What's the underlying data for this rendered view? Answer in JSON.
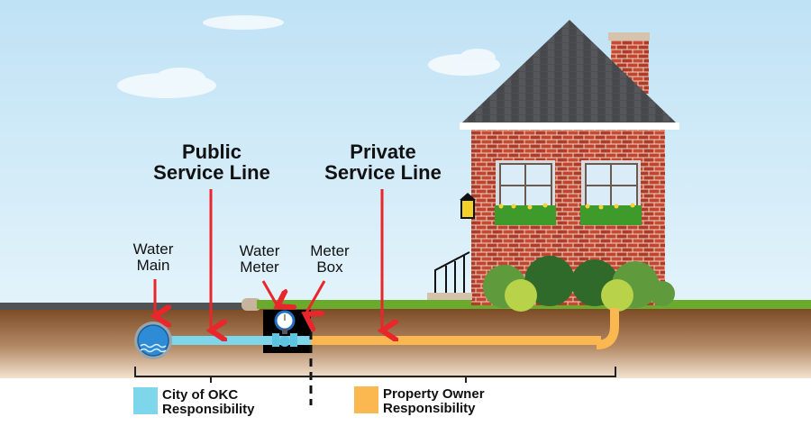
{
  "labels": {
    "public_service_line": [
      "Public",
      "Service Line"
    ],
    "private_service_line": [
      "Private",
      "Service Line"
    ],
    "water_main": [
      "Water",
      "Main"
    ],
    "water_meter": [
      "Water",
      "Meter"
    ],
    "meter_box": [
      "Meter",
      "Box"
    ]
  },
  "legend": [
    {
      "label": [
        "City of OKC",
        "Responsibility"
      ],
      "color": "#7dd6ea"
    },
    {
      "label": [
        "Property Owner",
        "Responsibility"
      ],
      "color": "#fbb851"
    }
  ],
  "colors": {
    "sky": "#cfe9f6",
    "public_pipe": "#7dd6ea",
    "private_pipe": "#fbb851",
    "arrow": "#e8262b",
    "grass": "#6aab2e",
    "soil_top": "#7a4a24",
    "soil_bottom": "#f3e2cf",
    "brick": "#b6402c",
    "roof": "#4d4f52"
  }
}
